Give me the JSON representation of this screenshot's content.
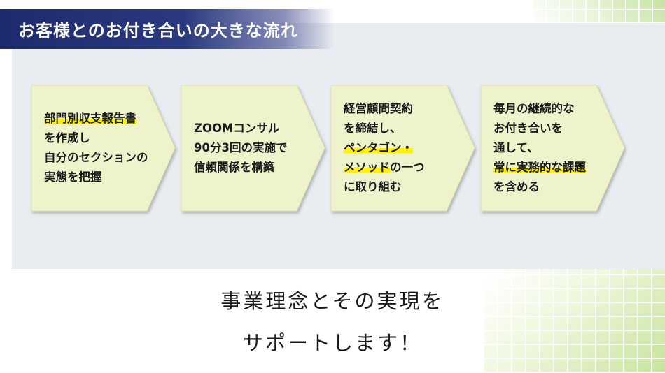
{
  "title": "お客様とのお付き合いの大きな流れ",
  "steps": [
    {
      "lines": [
        {
          "parts": [
            {
              "text": "部門別収支報告書",
              "highlight": true
            }
          ]
        },
        {
          "parts": [
            {
              "text": "を作成し",
              "highlight": false
            }
          ]
        },
        {
          "parts": [
            {
              "text": "自分のセクションの",
              "highlight": false
            }
          ]
        },
        {
          "parts": [
            {
              "text": "実態を把握",
              "highlight": false
            }
          ]
        }
      ]
    },
    {
      "lines": [
        {
          "parts": [
            {
              "text": "ZOOMコンサル",
              "highlight": false
            }
          ]
        },
        {
          "parts": [
            {
              "text": "90分3回の実施で",
              "highlight": false
            }
          ]
        },
        {
          "parts": [
            {
              "text": "信頼関係を構築",
              "highlight": false
            }
          ]
        }
      ]
    },
    {
      "lines": [
        {
          "parts": [
            {
              "text": "経営顧問契約",
              "highlight": false
            }
          ]
        },
        {
          "parts": [
            {
              "text": "を締結し、",
              "highlight": false
            }
          ]
        },
        {
          "parts": [
            {
              "text": "ペンタゴン・",
              "highlight": true
            }
          ]
        },
        {
          "parts": [
            {
              "text": "メソッド",
              "highlight": true
            },
            {
              "text": "の一つ",
              "highlight": false
            }
          ]
        },
        {
          "parts": [
            {
              "text": "に取り組む",
              "highlight": false
            }
          ]
        }
      ]
    },
    {
      "lines": [
        {
          "parts": [
            {
              "text": "毎月の継続的な",
              "highlight": false
            }
          ]
        },
        {
          "parts": [
            {
              "text": "お付き合いを",
              "highlight": false
            }
          ]
        },
        {
          "parts": [
            {
              "text": "通して、",
              "highlight": false
            }
          ]
        },
        {
          "parts": [
            {
              "text": "常に実務的な課題",
              "highlight": true
            }
          ]
        },
        {
          "parts": [
            {
              "text": "を含める",
              "highlight": false
            }
          ]
        }
      ]
    }
  ],
  "tagline": {
    "line1": "事業理念とその実現を",
    "line2": "サポートします！"
  },
  "colors": {
    "title_bg": "#1e2a6e",
    "panel_bg": "#e9edf1",
    "arrow_fill": "#eef3cc",
    "highlight": "#fff200"
  }
}
